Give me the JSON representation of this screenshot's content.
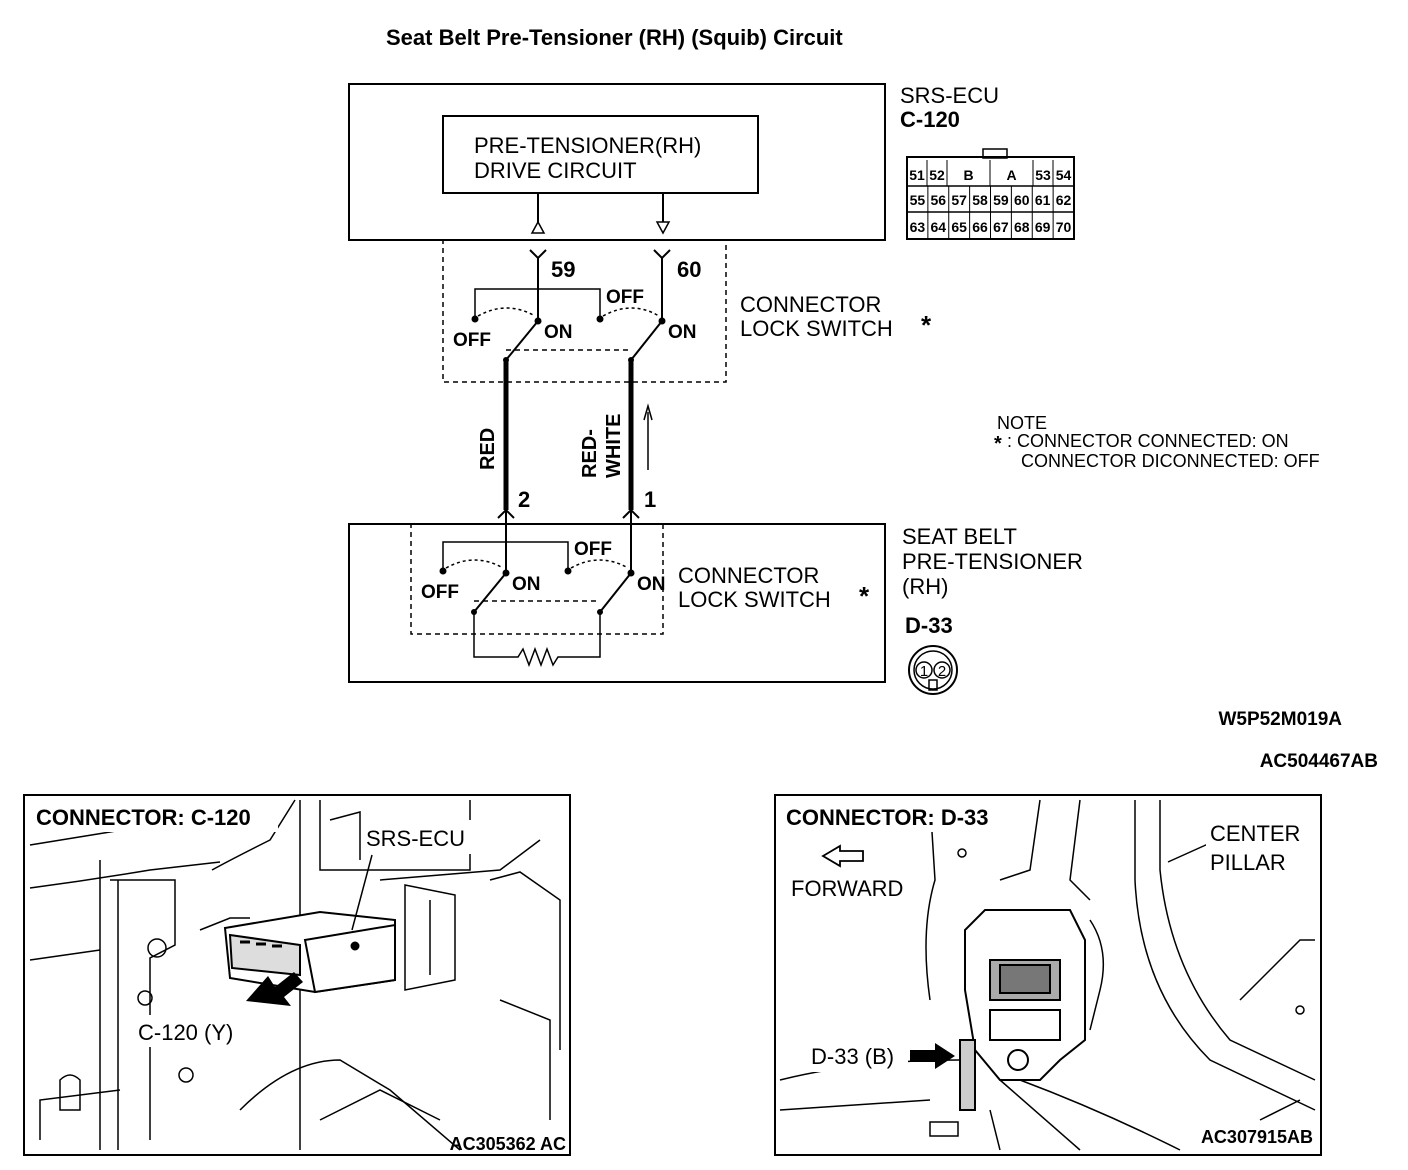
{
  "title": "Seat Belt Pre-Tensioner (RH) (Squib) Circuit",
  "ecu": {
    "name": "SRS-ECU",
    "connector": "C-120",
    "drive_line1": "PRE-TENSIONER(RH)",
    "drive_line2": "DRIVE CIRCUIT",
    "pins_row1": [
      "51",
      "52",
      "B",
      "A",
      "53",
      "54"
    ],
    "pins_row2": [
      "55",
      "56",
      "57",
      "58",
      "59",
      "60",
      "61",
      "62"
    ],
    "pins_row3": [
      "63",
      "64",
      "65",
      "66",
      "67",
      "68",
      "69",
      "70"
    ]
  },
  "terminals": {
    "t59": "59",
    "t60": "60",
    "t2": "2",
    "t1": "1"
  },
  "switch_labels": {
    "off": "OFF",
    "on": "ON"
  },
  "lock_switch": {
    "line1": "CONNECTOR",
    "line2": "LOCK SWITCH",
    "mark": "*"
  },
  "wires": {
    "red": "RED",
    "red_white_1": "RED-",
    "red_white_2": "WHITE"
  },
  "note": {
    "heading": "NOTE",
    "mark": "*",
    "line1": ": CONNECTOR CONNECTED: ON",
    "line2": "CONNECTOR DICONNECTED: OFF"
  },
  "pretensioner": {
    "line1": "SEAT BELT",
    "line2": "PRE-TENSIONER",
    "line3": "(RH)",
    "connector": "D-33",
    "pin1": "1",
    "pin2": "2"
  },
  "codes": {
    "diagram": "W5P52M019A",
    "figure": "AC504467AB"
  },
  "panel_left": {
    "title": "CONNECTOR: C-120",
    "label_ecu": "SRS-ECU",
    "label_connector": "C-120 (Y)",
    "code": "AC305362 AC"
  },
  "panel_right": {
    "title": "CONNECTOR: D-33",
    "label_pillar1": "CENTER",
    "label_pillar2": "PILLAR",
    "label_forward": "FORWARD",
    "label_connector": "D-33 (B)",
    "code": "AC307915AB"
  }
}
